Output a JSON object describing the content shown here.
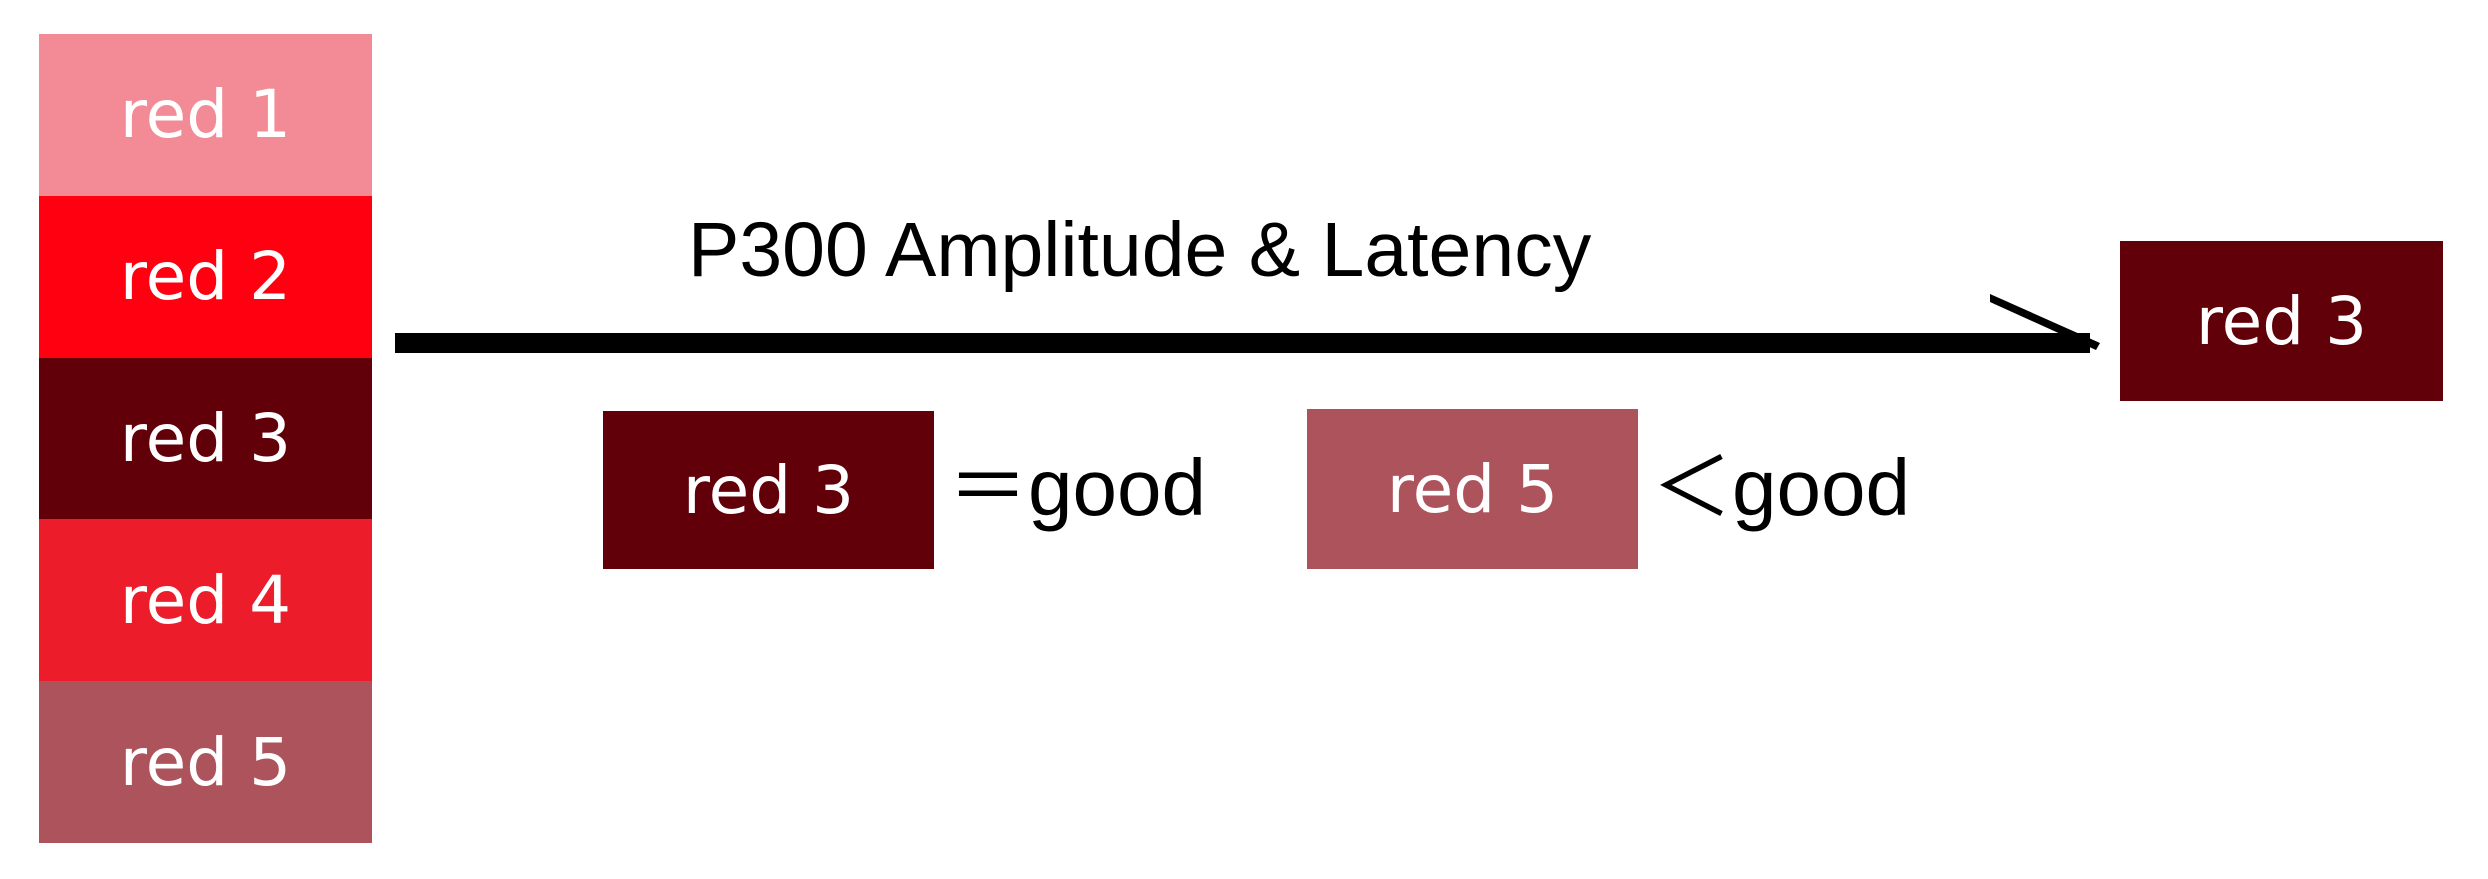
{
  "swatches": [
    {
      "label": "red 1",
      "color": "#f28b95"
    },
    {
      "label": "red 2",
      "color": "#ff0010"
    },
    {
      "label": "red 3",
      "color": "#610008"
    },
    {
      "label": "red 4",
      "color": "#ec1c2b"
    },
    {
      "label": "red 5",
      "color": "#ad535b"
    }
  ],
  "arrow": {
    "label": "P300 Amplitude & Latency",
    "target": {
      "label": "red 3",
      "color": "#610008"
    }
  },
  "comparisons": [
    {
      "label": "red 3",
      "color": "#610008",
      "relation": "＝good"
    },
    {
      "label": "red 5",
      "color": "#ad535b",
      "relation": "＜good"
    }
  ]
}
